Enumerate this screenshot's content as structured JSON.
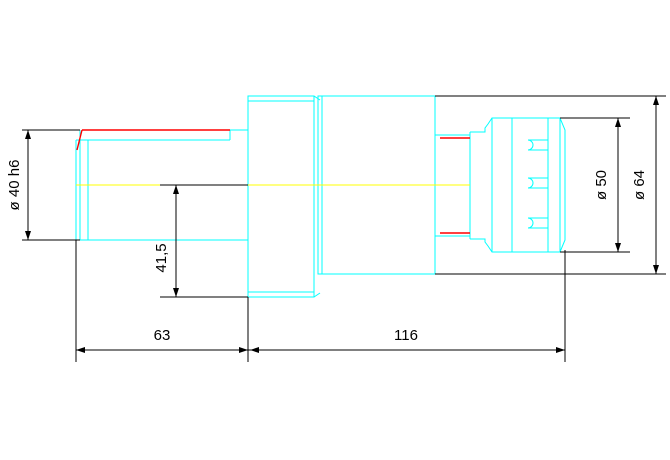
{
  "dimensions": {
    "shank_diameter": "ø 40 h6",
    "offset": "41,5",
    "shank_length": "63",
    "body_length": "116",
    "collet_diameter": "ø 50",
    "flange_diameter": "ø 64"
  },
  "colors": {
    "outline": "#00ffff",
    "dimension": "#000000",
    "hidden_edge": "#ff0000",
    "centerline": "#ffff00",
    "background": "#ffffff"
  }
}
